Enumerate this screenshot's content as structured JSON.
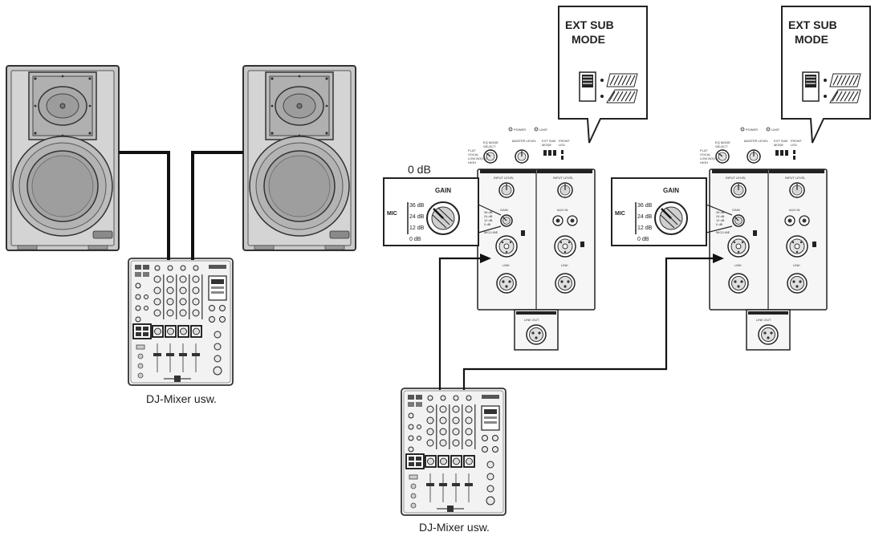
{
  "mixer_caption": "DJ-Mixer usw.",
  "zero_db_label": "0 dB",
  "ext_sub_mode": {
    "line1": "EXT SUB",
    "line2": "MODE"
  },
  "gain_knob": {
    "title": "GAIN",
    "mic_label": "MIC",
    "scale": [
      "36 dB",
      "24 dB",
      "12 dB",
      "0 dB"
    ]
  },
  "colors": {
    "ink": "#1a1a1a",
    "speaker_body": "#cfcfcf",
    "panel": "#f4f4f4",
    "cable": "#111111"
  }
}
